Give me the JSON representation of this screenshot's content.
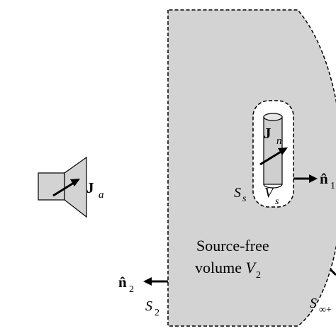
{
  "colors": {
    "region_fill": "#d3d3d3",
    "outline": "#000000",
    "background": "#ffffff"
  },
  "labels": {
    "antenna_current_J": "J",
    "antenna_current_sub": "a",
    "internal_current_J": "J",
    "internal_current_sub": "n",
    "normal_right_n": "n̂",
    "normal_right_sub": "1",
    "normal_left_n": "n̂",
    "normal_left_sub": "2",
    "inner_surface_S": "S",
    "inner_surface_sub": "s",
    "inner_volume_V": "V",
    "inner_volume_sub": "s",
    "region_line1": "Source-free",
    "region_line2_text": "volume ",
    "region_line2_V": "V",
    "region_line2_sub": "2",
    "boundary_S": "S",
    "boundary_sub": "2",
    "infinity_S": "S",
    "infinity_sub": "∞+"
  }
}
